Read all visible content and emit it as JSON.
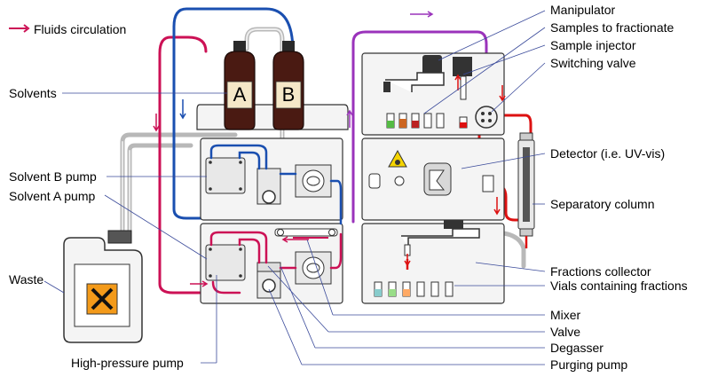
{
  "legend": {
    "label": "Fluids circulation"
  },
  "bottles": {
    "a_letter": "A",
    "b_letter": "B"
  },
  "labels": {
    "solvents": "Solvents",
    "solvent_b_pump": "Solvent B pump",
    "solvent_a_pump": "Solvent A pump",
    "waste": "Waste",
    "high_pressure_pump": "High-pressure pump",
    "manipulator": "Manipulator",
    "samples_to_fractionate": "Samples to fractionate",
    "sample_injector": "Sample injector",
    "switching_valve": "Switching valve",
    "detector": "Detector (i.e. UV-vis)",
    "separatory_column": "Separatory column",
    "fractions_collector": "Fractions collector",
    "vials_containing_fractions": "Vials containing fractions",
    "mixer": "Mixer",
    "valve": "Valve",
    "degasser": "Degasser",
    "purging_pump": "Purging pump"
  },
  "colors": {
    "solvent_a_line": "#cc1155",
    "solvent_b_line": "#1a4fb0",
    "sample_line": "#9a33bb",
    "flow_line": "#dd1111",
    "tube_gray": "#b8b8b8",
    "bottle": "#4a1a12"
  }
}
